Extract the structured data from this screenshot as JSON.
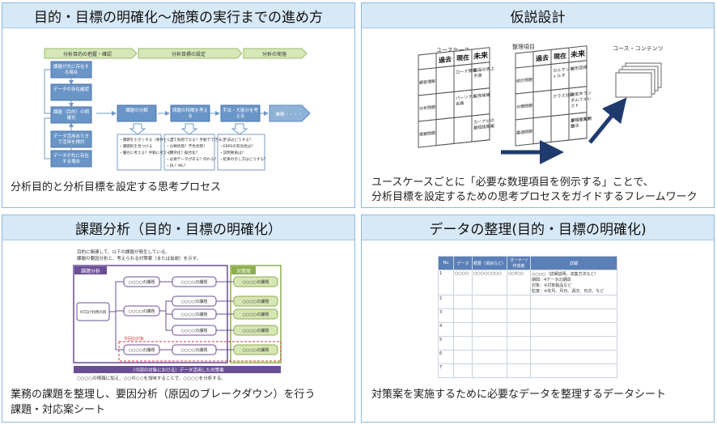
{
  "panels": [
    {
      "title": "目的・目標の明確化～施策の実行までの進め方",
      "caption": "分析目的と分析目標を設定する思考プロセス",
      "phases": [
        "分析目的の把握・確認",
        "分析目標の設定",
        "分析の実施"
      ],
      "left_boxes": [
        "課題が先に存在する場合",
        "データの存在確認",
        "課題（目的）の明確化",
        "データ活用ありきで活用を検討",
        "データが先に存在する場合"
      ],
      "flow_boxes": [
        "課題の分解",
        "問題の特徴を考える",
        "手法・大筋分を考える"
      ],
      "end_label": "業務・・・・",
      "notes": [
        [
          "・課題を小さくする（要件として、何検討要素でまとめる）",
          "・課題別を見つける",
          "・優劣に考える？手動に考える？"
        ],
        [
          "・全て仮想でなる？手動でできることかるか？",
          "・分類状態？予見状態？",
          "・隅突化？擬合化？",
          "・必要データがある？作れる？",
          "・DL？ML？"
        ],
        [
          "・手法はどうする？",
          "・EBPSの有効性は？",
          "・説明要員は？",
          "・結果の示し方はどうする？"
        ]
      ]
    },
    {
      "title": "仮説設計",
      "caption_lines": [
        "ユースケースごとに「必要な数理項目を例示する」ことで、",
        "分析目標を設定するための思考プロセスをガイドするフレームワーク"
      ],
      "labels": [
        "ユースケース",
        "整理項目",
        "コース・コンテンツ"
      ],
      "headers1": [
        "過去",
        "現在",
        "未来"
      ],
      "rows1": [
        "顧客理解",
        "分析問題",
        "需要問題"
      ],
      "cells1": [
        [
          "ロード情報",
          "製品の売上予測"
        ],
        [
          "パーソナル会員",
          "販売候補"
        ],
        [
          "",
          "カーナビの最短経路案"
        ]
      ],
      "headers2": [
        "過去",
        "現在",
        "未来"
      ],
      "rows2": [
        "統計問題",
        "分類問題",
        "最適問題"
      ],
      "cells2": [
        [
          "カルマンフィルタ",
          "線形回帰"
        ],
        [
          "クラス分類",
          "決定木ランダムフォレスト"
        ],
        [
          "",
          "最短経路問題",
          "ダイクストラ法"
        ]
      ]
    },
    {
      "title": "課題分析（目的・目標の明確化）",
      "caption_lines": [
        "業務の課題を整理し、要因分析（原因のブレークダウン）を行う",
        "課題・対応案シート"
      ],
      "intro": [
        "目的に関連して、以下の課題が発生している。",
        "課題の要因分析と、考えられる対策案（または仮説）を示す。"
      ],
      "group_left": "課題分析",
      "group_right": "対策案",
      "root": "AT向け利用の目の現状が悪い",
      "node": "○○○○の課題",
      "target_label": "今回の対象",
      "bottom_bar": "（今回の対象における）データ活用した対策案",
      "footnote": "○○○○の情報に加え、○○の○○を加味することで、○○○○を分析する。"
    },
    {
      "title": "データの整理(目的・目標の明確化)",
      "caption": "対策案を実施するために必要なデータを整理するデータシート",
      "headers": [
        "No",
        "データ",
        "概要（項目など）",
        "オーナー/作成者",
        "詳細"
      ],
      "row1": [
        "1",
        "○○○○",
        "○○○○○○○○",
        "○○/○○",
        "○○○○（詳細説明、収集方法など）"
      ],
      "row1_notes": [
        "期間：4データの期間",
        "対象：※対象製品など",
        "粒度：※年月、月日、週次、日次、など"
      ],
      "row_numbers": [
        "2",
        "3",
        "4",
        "5",
        "6",
        "7"
      ]
    }
  ]
}
